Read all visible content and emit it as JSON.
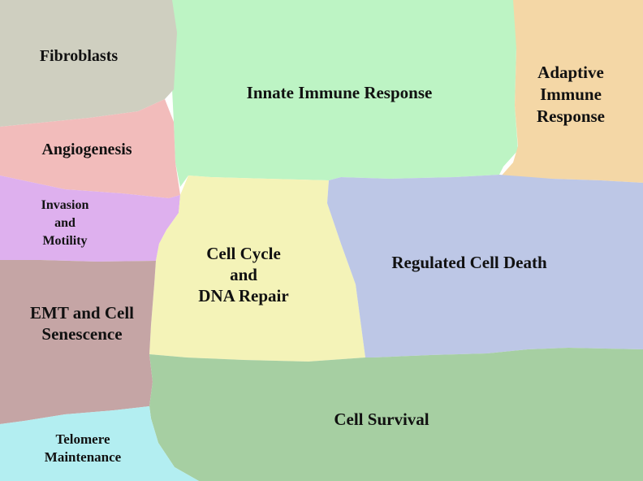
{
  "regions": {
    "fibroblasts": {
      "lines": [
        "Fibroblasts"
      ],
      "color": "#cfcfc0"
    },
    "innate": {
      "lines": [
        "Innate Immune Response"
      ],
      "color": "#bdf4c4"
    },
    "adaptive": {
      "lines": [
        "Adaptive",
        "Immune",
        "Response"
      ],
      "color": "#f4d7a6"
    },
    "angiogenesis": {
      "lines": [
        "Angiogenesis"
      ],
      "color": "#f2bcbb"
    },
    "invasion": {
      "lines": [
        "Invasion",
        "and",
        "Motility"
      ],
      "color": "#deb0ee"
    },
    "cellcycle": {
      "lines": [
        "Cell Cycle",
        "and",
        "DNA Repair"
      ],
      "color": "#f4f3b8"
    },
    "celldeath": {
      "lines": [
        "Regulated Cell Death"
      ],
      "color": "#bdc7e6"
    },
    "emt": {
      "lines": [
        "EMT and Cell",
        "Senescence"
      ],
      "color": "#c5a5a5"
    },
    "survival": {
      "lines": [
        "Cell Survival"
      ],
      "color": "#a6cfa2"
    },
    "telomere": {
      "lines": [
        "Telomere",
        "Maintenance"
      ],
      "color": "#b3eef1"
    }
  }
}
